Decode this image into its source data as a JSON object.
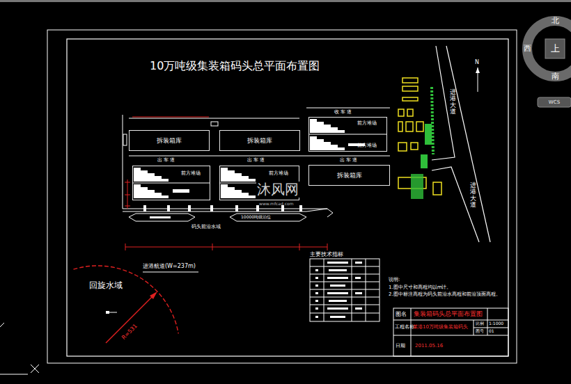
{
  "diagram": {
    "title": "10万吨级集装箱码头总平面布置图",
    "nodes": [
      {
        "text": [
          "拆装箱库"
        ]
      },
      {
        "text": [
          "拆装箱库"
        ]
      },
      {
        "text": [
          "前方堆场",
          "前方堆场"
        ]
      },
      {
        "text": [
          "前方堆场"
        ]
      },
      {
        "text": [
          "前方堆场"
        ]
      },
      {
        "text": [
          "拆装箱库"
        ]
      }
    ],
    "labels": [
      "收 车 道",
      "出 车 道",
      "出 车 道",
      "出 车 道",
      "码头前沿水域",
      "10000吨级泊位",
      "进港航道(W=237m)",
      "回旋水域",
      "R=531",
      "进港大道",
      "进港大道",
      "N",
      "主要技术指标",
      "说明:",
      "1.图中尺寸和高程均以m计。",
      "2.图中标注高程为码头前沿水高程和前沿顶面高程。",
      "图名",
      "集装箱码头总平面布置图",
      "工程名称",
      "某港10万吨级集装箱码头",
      "比例",
      "1:1000",
      "图号",
      "01",
      "日期",
      "2011.05.16",
      "北",
      "西",
      "南",
      "上",
      "WCS",
      "沐风网",
      "www.mfcad.com"
    ]
  }
}
